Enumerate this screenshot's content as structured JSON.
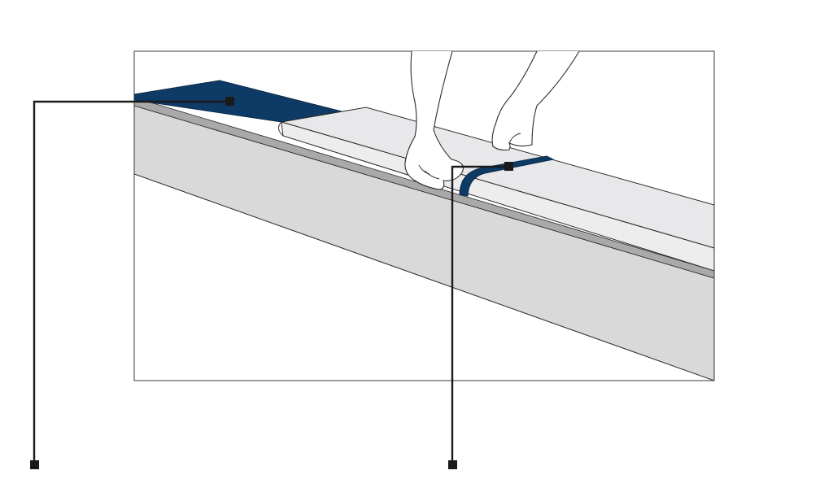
{
  "colors": {
    "background": "#ffffff",
    "frame_stroke": "#3a3a3a",
    "beam_face": "#d9d9da",
    "beam_top_strip": "#a9a9ab",
    "board": "#e8e8ea",
    "membrane": "#0e3a66",
    "leader_line": "#1a1a1a",
    "outline": "#2b2b2b",
    "hand_fill": "#ffffff"
  },
  "callouts": [
    {
      "id": "callout-membrane",
      "icon": "square-marker"
    },
    {
      "id": "callout-seam-strip",
      "icon": "square-marker"
    }
  ]
}
